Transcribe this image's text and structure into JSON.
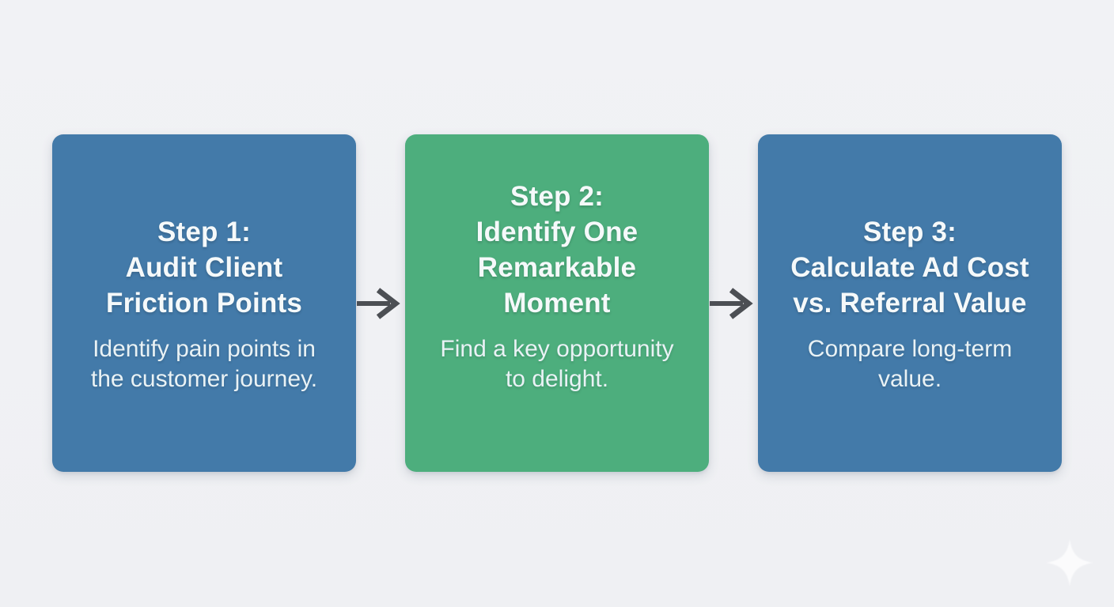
{
  "diagram": {
    "steps": [
      {
        "title_lines": [
          "Step 1:",
          "Audit Client",
          "Friction Points"
        ],
        "description": "Identify pain points in the customer journey.",
        "color": "#437aa9"
      },
      {
        "title_lines": [
          "Step 2:",
          "Identify One",
          "Remarkable",
          "Moment"
        ],
        "description": "Find a key opportunity to delight.",
        "color": "#4dae7d"
      },
      {
        "title_lines": [
          "Step 3:",
          "Calculate Ad Cost",
          "vs. Referral Value"
        ],
        "description": "Compare long-term value.",
        "color": "#437aa9"
      }
    ],
    "connectors": [
      {
        "icon": "arrow-right-icon"
      },
      {
        "icon": "arrow-right-icon"
      }
    ],
    "decoration": {
      "icon": "sparkle-icon"
    },
    "colors": {
      "background": "#f0f1f4",
      "card_blue": "#437aa9",
      "card_green": "#4dae7d",
      "arrow": "#4c4f54",
      "title_text": "#f5f9fa",
      "body_text": "#e9f2f5",
      "sparkle": "#ffffff"
    }
  }
}
